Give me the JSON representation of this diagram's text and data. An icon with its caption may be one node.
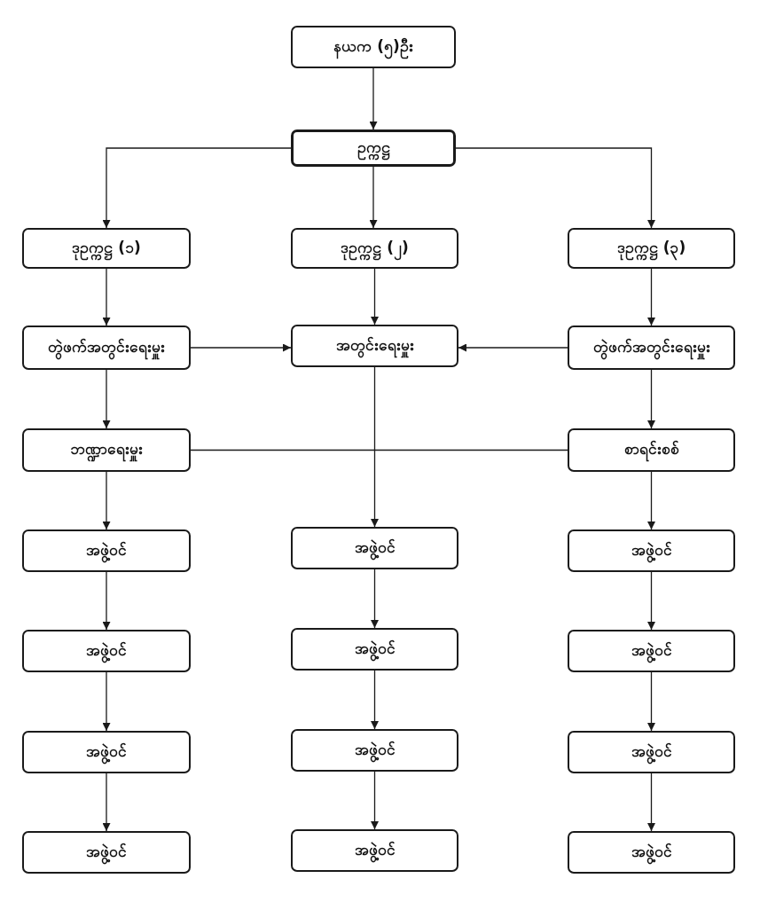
{
  "diagram": {
    "nodes": [
      {
        "text": [
          "နယက (၅)ဦး"
        ]
      },
      {
        "text": [
          "ဥက္ကဋ္ဌ"
        ]
      },
      {
        "text": [
          "ဒုဥက္ကဋ္ဌ (၁)"
        ]
      },
      {
        "text": [
          "ဒုဥက္ကဋ္ဌ (၂)"
        ]
      },
      {
        "text": [
          "ဒုဥက္ကဋ္ဌ (၃)"
        ]
      },
      {
        "text": [
          "တွဲဖက်အတွင်းရေးမှူး"
        ]
      },
      {
        "text": [
          "အတွင်းရေးမှူး"
        ]
      },
      {
        "text": [
          "တွဲဖက်အတွင်းရေးမှူး"
        ]
      },
      {
        "text": [
          "ဘဏ္ဍာရေးမှူး"
        ]
      },
      {
        "text": [
          "စာရင်းစစ်"
        ]
      },
      {
        "text": [
          "အဖွဲ့ဝင်"
        ]
      },
      {
        "text": [
          "အဖွဲ့ဝင်"
        ]
      },
      {
        "text": [
          "အဖွဲ့ဝင်"
        ]
      },
      {
        "text": [
          "အဖွဲ့ဝင်"
        ]
      },
      {
        "text": [
          "အဖွဲ့ဝင်"
        ]
      },
      {
        "text": [
          "အဖွဲ့ဝင်"
        ]
      },
      {
        "text": [
          "အဖွဲ့ဝင်"
        ]
      },
      {
        "text": [
          "အဖွဲ့ဝင်"
        ]
      },
      {
        "text": [
          "အဖွဲ့ဝင်"
        ]
      },
      {
        "text": [
          "အဖွဲ့ဝင်"
        ]
      },
      {
        "text": [
          "အဖွဲ့ဝင်"
        ]
      },
      {
        "text": [
          "အဖွဲ့ဝင်"
        ]
      }
    ],
    "edges": [
      {
        "from": 0,
        "to": 1,
        "arrow": "to"
      },
      {
        "from": 1,
        "to": 2,
        "arrow": "to"
      },
      {
        "from": 1,
        "to": 3,
        "arrow": "to"
      },
      {
        "from": 1,
        "to": 4,
        "arrow": "to"
      },
      {
        "from": 2,
        "to": 5,
        "arrow": "to"
      },
      {
        "from": 3,
        "to": 6,
        "arrow": "to"
      },
      {
        "from": 4,
        "to": 7,
        "arrow": "to"
      },
      {
        "from": 5,
        "to": 6,
        "arrow": "to"
      },
      {
        "from": 7,
        "to": 6,
        "arrow": "to"
      },
      {
        "from": 5,
        "to": 8,
        "arrow": "to"
      },
      {
        "from": 7,
        "to": 9,
        "arrow": "to"
      },
      {
        "from": 8,
        "to": 9,
        "arrow": "none"
      },
      {
        "from": 6,
        "to": 11,
        "arrow": "to"
      },
      {
        "from": 8,
        "to": 10,
        "arrow": "to"
      },
      {
        "from": 9,
        "to": 12,
        "arrow": "to"
      },
      {
        "from": 10,
        "to": 13,
        "arrow": "to"
      },
      {
        "from": 11,
        "to": 14,
        "arrow": "to"
      },
      {
        "from": 12,
        "to": 15,
        "arrow": "to"
      },
      {
        "from": 13,
        "to": 16,
        "arrow": "to"
      },
      {
        "from": 14,
        "to": 17,
        "arrow": "to"
      },
      {
        "from": 15,
        "to": 18,
        "arrow": "to"
      },
      {
        "from": 16,
        "to": 19,
        "arrow": "to"
      },
      {
        "from": 17,
        "to": 20,
        "arrow": "to"
      },
      {
        "from": 18,
        "to": 21,
        "arrow": "to"
      }
    ]
  }
}
